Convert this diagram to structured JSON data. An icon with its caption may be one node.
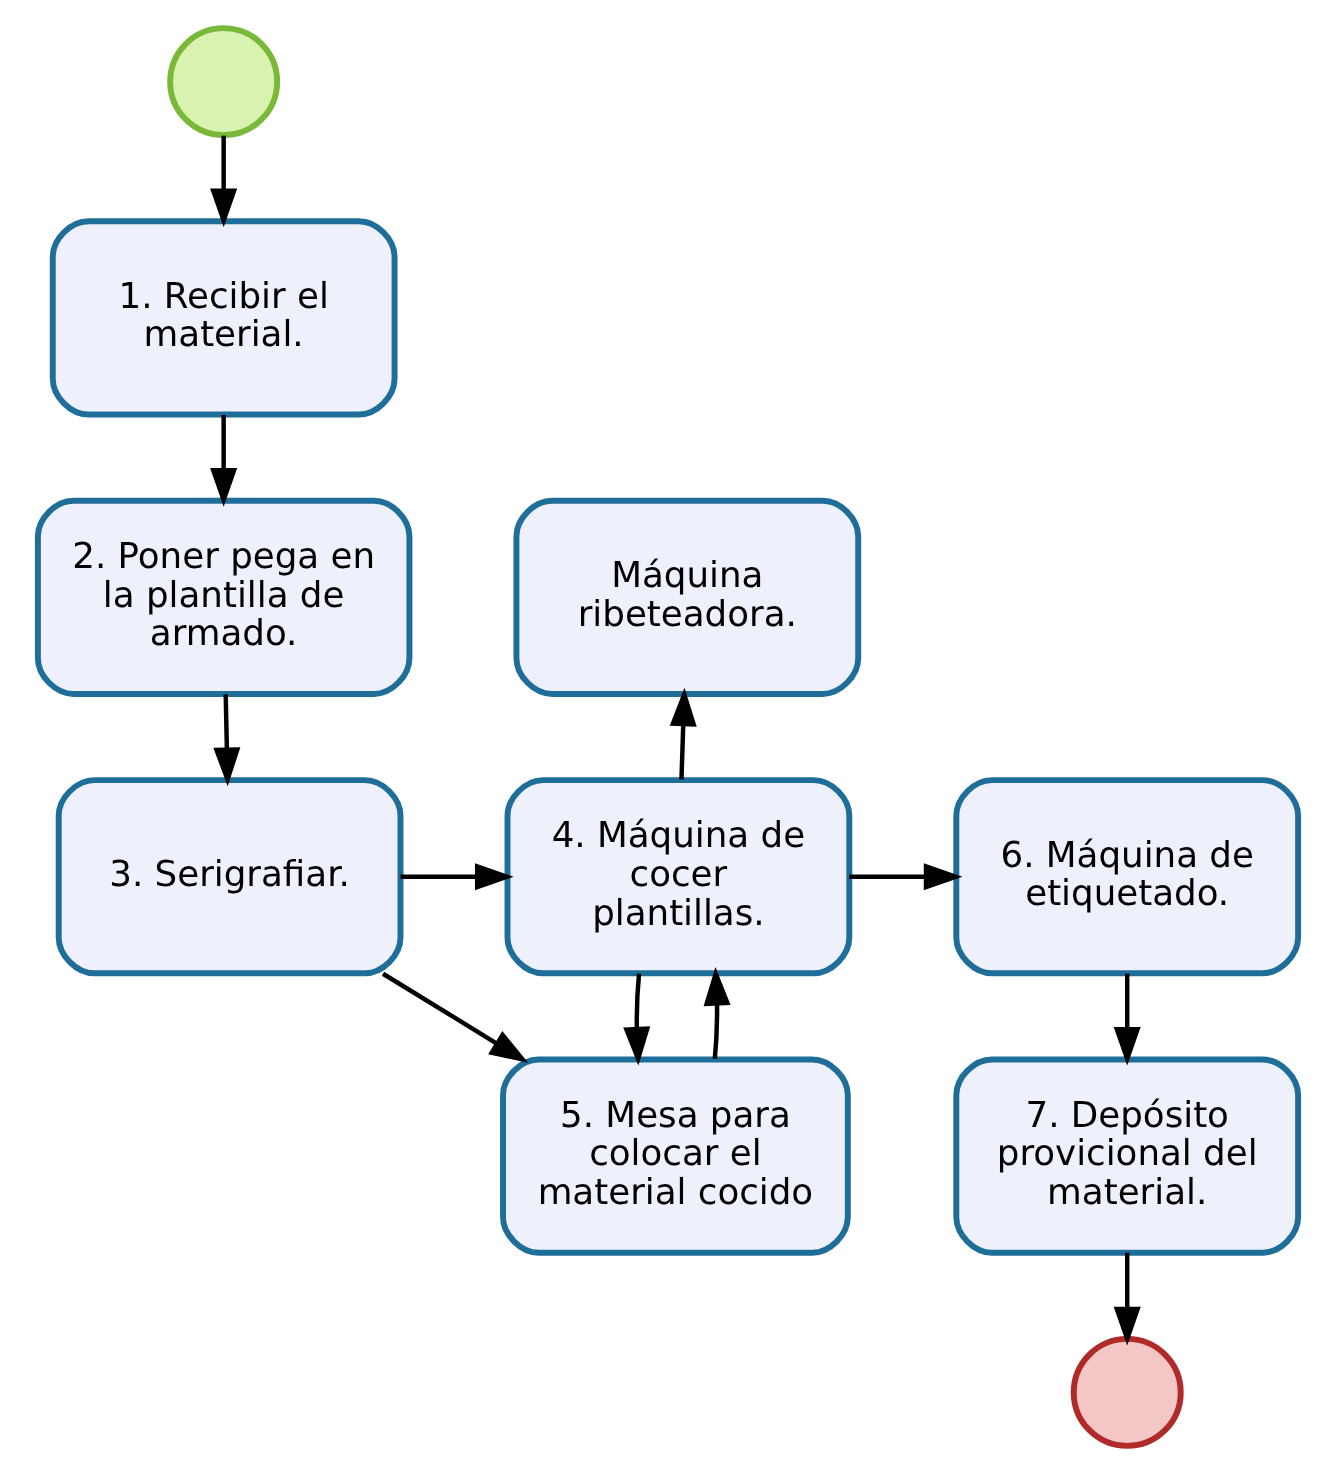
{
  "diagram": {
    "nodes": [
      {
        "text": [],
        "shape": "circle"
      },
      {
        "text": [
          "1. Recibir el material."
        ]
      },
      {
        "text": [
          "2. Poner pega en la plantilla de armado."
        ]
      },
      {
        "text": [
          "3. Serigrafiar."
        ]
      },
      {
        "text": [
          "Máquina ribeteadora."
        ]
      },
      {
        "text": [
          "4. Máquina de cocer plantillas."
        ]
      },
      {
        "text": [
          "6. Máquina de etiquetado."
        ]
      },
      {
        "text": [
          "5. Mesa para colocar el material cocido"
        ]
      },
      {
        "text": [
          "7. Depósito provicional del material."
        ]
      },
      {
        "text": [],
        "shape": "circle"
      }
    ],
    "edges": [
      {
        "from": 0,
        "to": 1,
        "arrow": "to"
      },
      {
        "from": 1,
        "to": 2,
        "arrow": "to"
      },
      {
        "from": 2,
        "to": 3,
        "arrow": "to"
      },
      {
        "from": 3,
        "to": 5,
        "arrow": "to"
      },
      {
        "from": 5,
        "to": 4,
        "arrow": "to"
      },
      {
        "from": 5,
        "to": 6,
        "arrow": "to"
      },
      {
        "from": 3,
        "to": 7,
        "arrow": "to"
      },
      {
        "from": 5,
        "to": 7,
        "arrow": "to"
      },
      {
        "from": 7,
        "to": 5,
        "arrow": "to"
      },
      {
        "from": 6,
        "to": 8,
        "arrow": "to"
      },
      {
        "from": 8,
        "to": 9,
        "arrow": "to"
      }
    ]
  }
}
